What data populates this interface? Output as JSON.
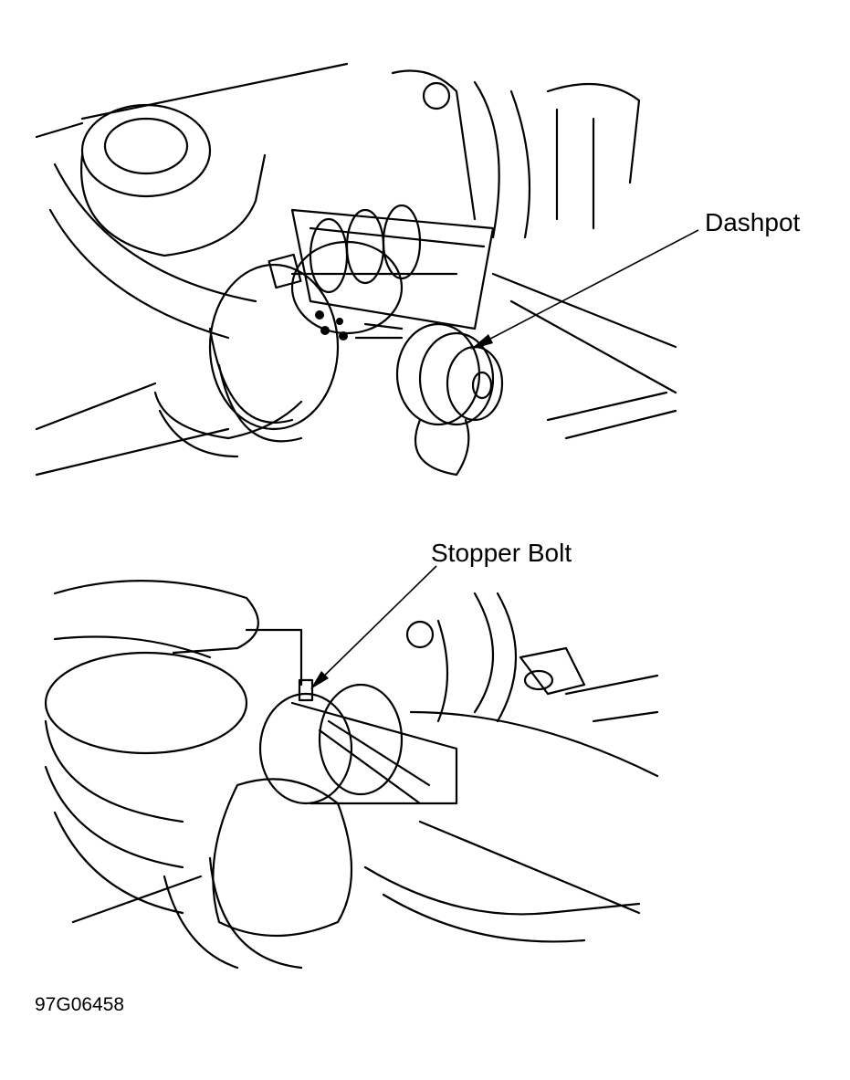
{
  "figure": {
    "top_panel": {
      "callout": "Dashpot"
    },
    "bottom_panel": {
      "callout": "Stopper Bolt"
    },
    "figure_code": "97G06458"
  }
}
